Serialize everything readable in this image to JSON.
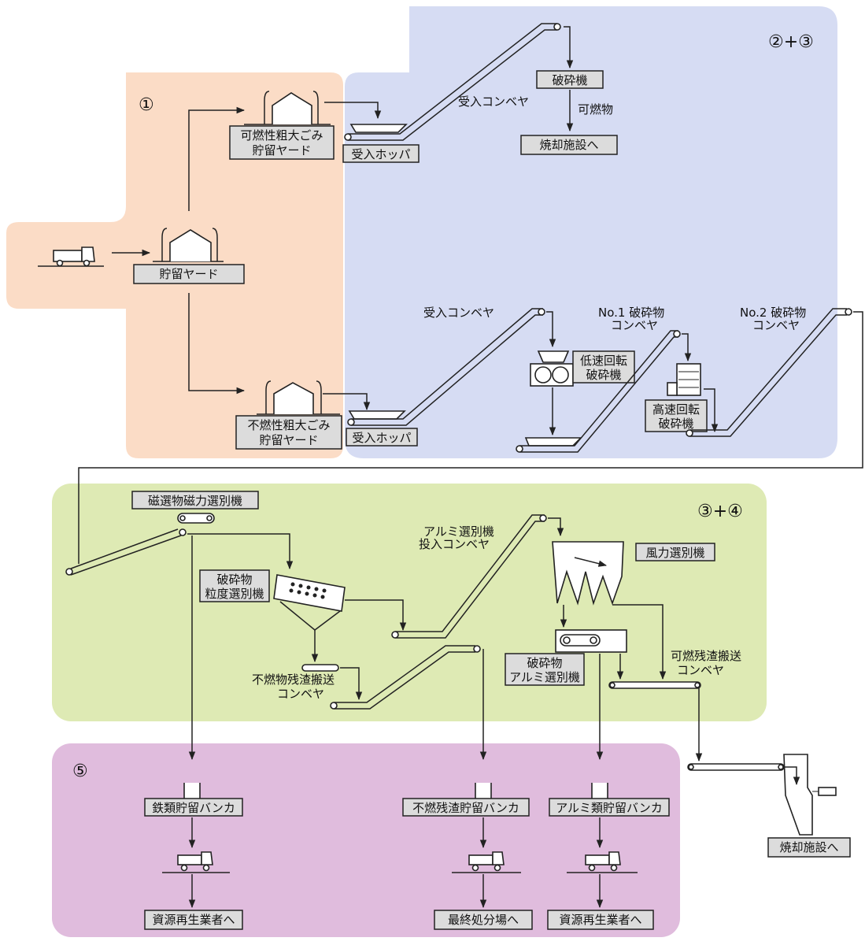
{
  "zones": {
    "z1": "①",
    "z23": "②+③",
    "z34": "③+④",
    "z5": "⑤"
  },
  "boxes": {
    "storage_yard": "貯留ヤード",
    "combustible_yard_l1": "可燃性粗大ごみ",
    "combustible_yard_l2": "貯留ヤード",
    "noncombustible_yard_l1": "不燃性粗大ごみ",
    "noncombustible_yard_l2": "貯留ヤード",
    "receiving_hopper_top": "受入ホッパ",
    "receiving_hopper_bottom": "受入ホッパ",
    "crusher": "破砕機",
    "to_incineration_top": "焼却施設へ",
    "low_speed_l1": "低速回転",
    "low_speed_l2": "破砕機",
    "high_speed_l1": "高速回転",
    "high_speed_l2": "破砕機",
    "magnetic_sep": "磁選物磁力選別機",
    "particle_sep_l1": "破砕物",
    "particle_sep_l2": "粒度選別機",
    "wind_sep": "風力選別機",
    "alu_sep_l1": "破砕物",
    "alu_sep_l2": "アルミ選別機",
    "iron_bunker": "鉄類貯留バンカ",
    "noncomb_bunker": "不燃残渣貯留バンカ",
    "alu_bunker": "アルミ類貯留バンカ",
    "to_recycler_1": "資源再生業者へ",
    "to_landfill": "最終処分場へ",
    "to_recycler_2": "資源再生業者へ",
    "to_incineration_bottom": "焼却施設へ"
  },
  "labels": {
    "receiving_conveyor_top": "受入コンベヤ",
    "combustible": "可燃物",
    "receiving_conveyor_bottom": "受入コンベヤ",
    "no1_conveyor_l1": "No.1 破砕物",
    "no1_conveyor_l2": "コンベヤ",
    "no2_conveyor_l1": "No.2 破砕物",
    "no2_conveyor_l2": "コンベヤ",
    "alu_feed_conveyor_l1": "アルミ選別機",
    "alu_feed_conveyor_l2": "投入コンベヤ",
    "comb_residue_conveyor_l1": "可燃残渣搬送",
    "comb_residue_conveyor_l2": "コンベヤ",
    "noncomb_residue_conveyor_l1": "不燃物残渣搬送",
    "noncomb_residue_conveyor_l2": "コンベヤ"
  },
  "colors": {
    "zone1": "#fbdcc6",
    "zone23": "#d6dcf3",
    "zone34": "#deeab4",
    "zone5": "#e0bcdd",
    "box_fill": "#dcdcdc"
  }
}
